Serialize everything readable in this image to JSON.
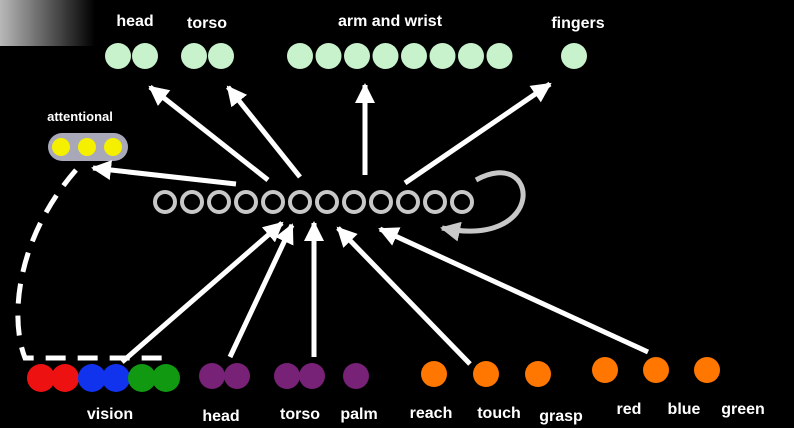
{
  "output_labels": {
    "head": "head",
    "torso": "torso",
    "arm": "arm and wrist",
    "fingers": "fingers"
  },
  "attentional_label": "attentional",
  "input_labels": {
    "vision": "vision",
    "head": "head",
    "torso": "torso",
    "palm": "palm",
    "reach": "reach",
    "touch": "touch",
    "grasp": "grasp",
    "red": "red",
    "blue": "blue",
    "green": "green"
  },
  "colors": {
    "output_node": "#c8f2cc",
    "attentional_node": "#f5f000",
    "attentional_ring": "#a8a8b8",
    "hidden_ring": "#c8c8c8",
    "vision_red": "#ee1111",
    "vision_blue": "#1133ee",
    "vision_green": "#119911",
    "proprio_purple": "#772277",
    "touch_orange": "#ff7700",
    "arrow": "#ffffff",
    "recurrent_arrow": "#c8c8c8"
  }
}
